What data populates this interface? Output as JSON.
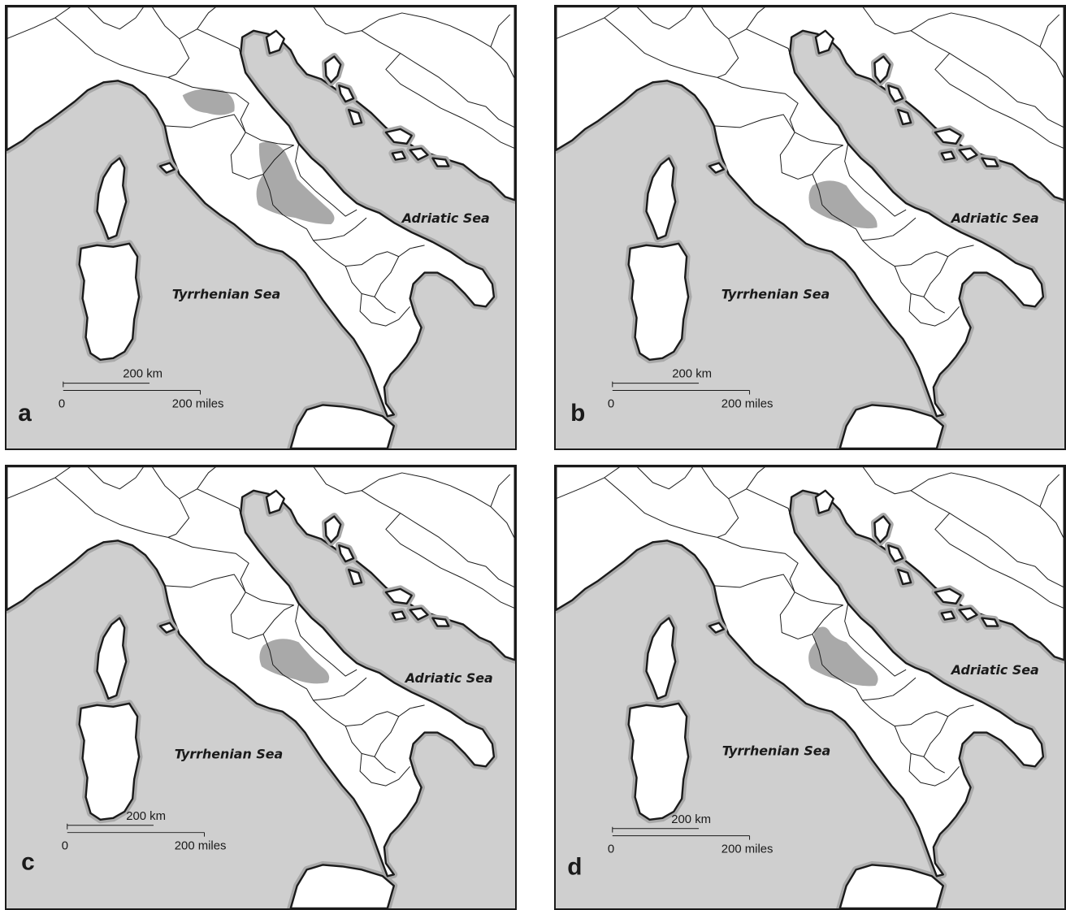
{
  "panels": [
    {
      "id": "a",
      "letter": "a",
      "highlight": "multi"
    },
    {
      "id": "b",
      "letter": "b",
      "highlight": "central"
    },
    {
      "id": "c",
      "letter": "c",
      "highlight": "central"
    },
    {
      "id": "d",
      "letter": "d",
      "highlight": "central-extended"
    }
  ],
  "labels": {
    "adriatic": "Adriatic Sea",
    "tyrrhenian": "Tyrrhenian Sea",
    "scale_km": "200 km",
    "scale_miles": "200 miles",
    "scale_zero": "0"
  },
  "colors": {
    "sea": "#cfcfcf",
    "land": "#ffffff",
    "highlight": "#a9a9a9",
    "outline": "#1a1a1a"
  }
}
